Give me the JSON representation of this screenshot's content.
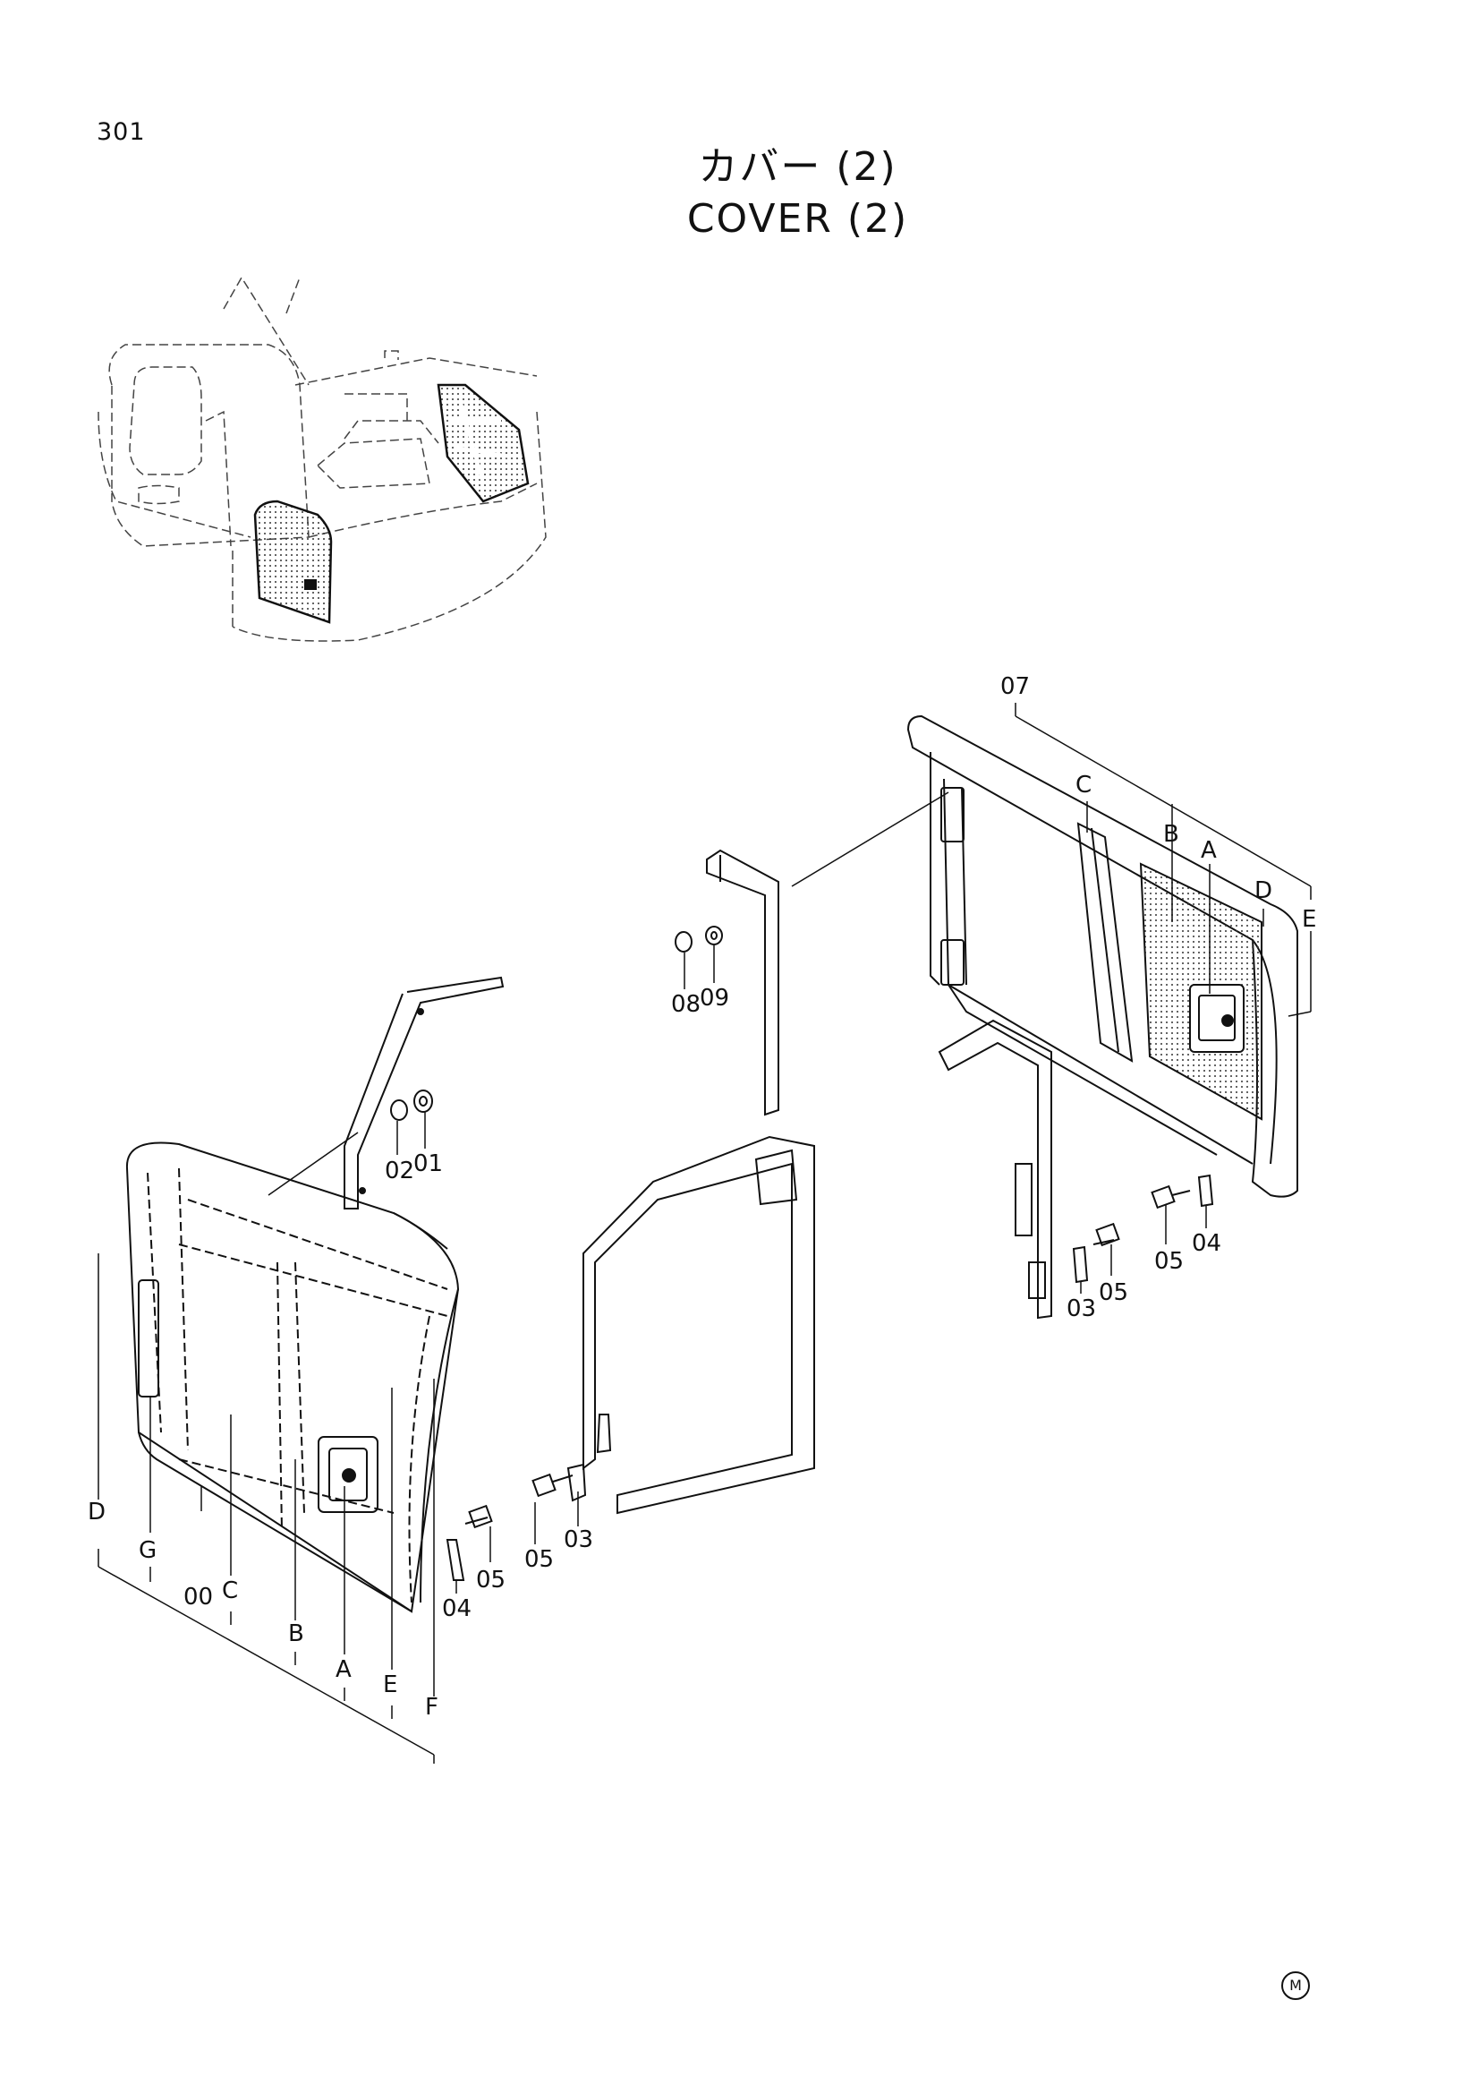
{
  "page": {
    "page_number": "301",
    "title_jp": "カバー (2)",
    "title_en": "COVER (2)",
    "footer_mark": "M"
  },
  "callouts": {
    "left_assembly": {
      "n00": "00",
      "n01": "01",
      "n02": "02",
      "n03": "03",
      "n04": "04",
      "n05a": "05",
      "n05b": "05",
      "A": "A",
      "B": "B",
      "C": "C",
      "D": "D",
      "E": "E",
      "F": "F",
      "G": "G"
    },
    "right_assembly": {
      "n07": "07",
      "n08": "08",
      "n09": "09",
      "n03": "03",
      "n04": "04",
      "n05a": "05",
      "n05b": "05",
      "A": "A",
      "B": "B",
      "C": "C",
      "D": "D",
      "E": "E"
    }
  },
  "colors": {
    "line": "#111111",
    "paper": "#ffffff"
  }
}
